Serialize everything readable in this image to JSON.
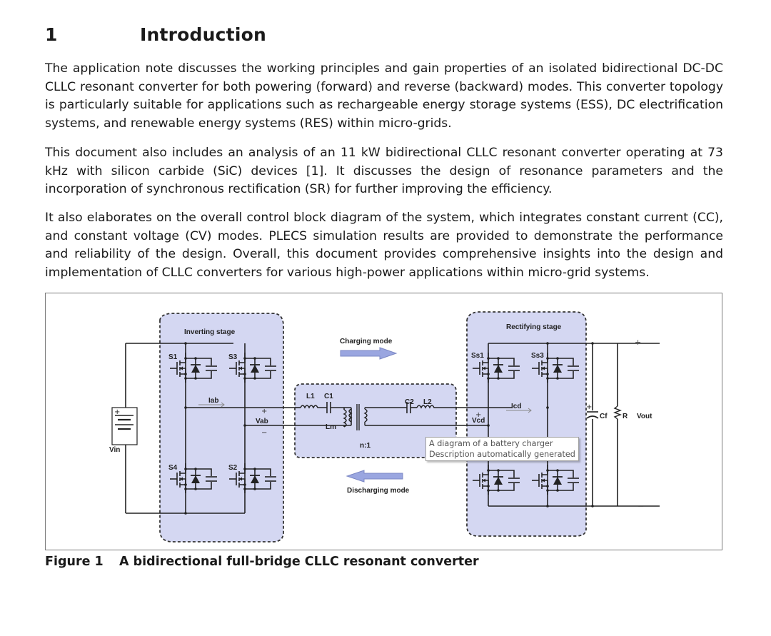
{
  "section": {
    "number": "1",
    "title": "Introduction"
  },
  "paragraphs": [
    "The application note discusses the working principles and gain properties of an isolated bidirectional DC-DC CLLC resonant converter for both powering (forward) and reverse (backward) modes. This converter topology is particularly suitable for applications such as rechargeable energy storage systems (ESS), DC electrification systems, and renewable energy systems (RES) within micro-grids.",
    "This document also includes an analysis of an 11 kW bidirectional CLLC resonant converter operating at 73 kHz with silicon carbide (SiC) devices [1]. It discusses the design of resonance parameters and the incorporation of synchronous rectification (SR) for further improving the efficiency.",
    "It also elaborates on the overall control block diagram of the system, which integrates constant current (CC), and constant voltage (CV) modes. PLECS simulation results are provided to demonstrate the performance and reliability of the design. Overall, this document provides comprehensive insights into the design and implementation of CLLC converters for various high-power applications within micro-grid systems."
  ],
  "figure": {
    "label": "Figure 1",
    "caption": "A bidirectional full-bridge CLLC resonant converter",
    "tooltip": {
      "line1": "A diagram of a battery charger",
      "line2": "Description automatically generated"
    },
    "diagram": {
      "inverting_stage": "Inverting stage",
      "rectifying_stage": "Rectifying stage",
      "charging_mode": "Charging mode",
      "discharging_mode": "Discharging mode",
      "switches_primary": [
        "S1",
        "S3",
        "S4",
        "S2"
      ],
      "switches_secondary": [
        "Ss1",
        "Ss3"
      ],
      "labels": {
        "vin": "Vin",
        "iab": "Iab",
        "vab": "Vab",
        "l1": "L1",
        "c1": "C1",
        "lm": "Lm",
        "c2": "C2",
        "l2": "L2",
        "ratio": "n:1",
        "icd": "Icd",
        "vcd": "Vcd",
        "cf": "Cf",
        "r": "R",
        "vout": "Vout",
        "plus": "+",
        "minus": "−"
      },
      "colors": {
        "stage_fill": "#d4d7f2",
        "arrow_fill": "#9aa6e0",
        "wire": "#222222"
      }
    }
  }
}
